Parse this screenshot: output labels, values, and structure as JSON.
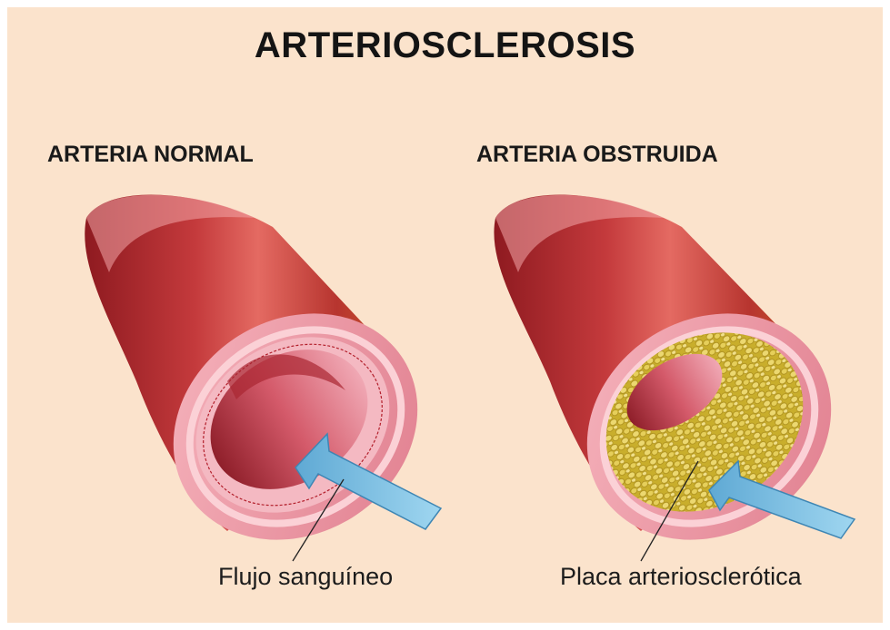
{
  "title": "ARTERIOSCLEROSIS",
  "panels": [
    {
      "heading": "ARTERIA NORMAL",
      "label": "Flujo sanguíneo"
    },
    {
      "heading": "ARTERIA OBSTRUIDA",
      "label": "Placa arteriosclerótica"
    }
  ],
  "colors": {
    "background": "#fbe3cc",
    "artery_outer": "#b52a2e",
    "artery_inner": "#ee9aa8",
    "plaque": "#d8c24a",
    "flow_arrow": "#7ec3e6"
  },
  "icons": [
    "normal-artery-illustration",
    "blocked-artery-illustration",
    "blood-flow-arrow-icon",
    "plaque-deposit"
  ]
}
